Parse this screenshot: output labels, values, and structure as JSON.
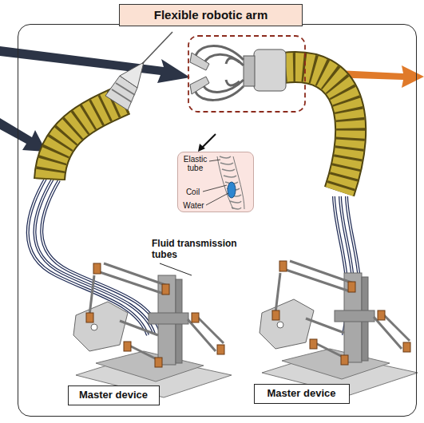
{
  "diagram": {
    "nodes": [
      {
        "text": [
          "Flexible robotic arm"
        ]
      },
      {
        "text": [
          "Elastic tube",
          "Coil",
          "Water"
        ],
        "in": 0
      },
      {
        "text": [
          "Master device"
        ],
        "in": 0
      },
      {
        "text": [
          "Master device"
        ],
        "in": 0
      }
    ],
    "labels": [
      "Fluid transmission tubes"
    ]
  }
}
